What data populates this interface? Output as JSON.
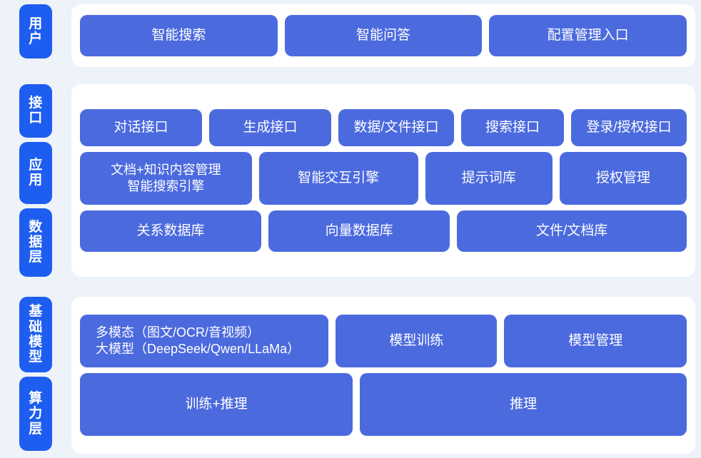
{
  "diagram": {
    "colors": {
      "background": "#eef2f9",
      "panel": "#ffffff",
      "rail_tab": "#1d5ef0",
      "box": "#4b6ade",
      "text": "#ffffff"
    },
    "sections": [
      {
        "key": "user",
        "rail_labels": [
          "用户"
        ],
        "rows": [
          {
            "key": "user_row",
            "boxes": [
              {
                "label": "智能搜索",
                "flex": 1
              },
              {
                "label": "智能问答",
                "flex": 1
              },
              {
                "label": "配置管理入口",
                "flex": 1
              }
            ]
          }
        ]
      },
      {
        "key": "middle",
        "rail_labels": [
          "接口",
          "应用",
          "数据层"
        ],
        "rows": [
          {
            "key": "api_row",
            "boxes": [
              {
                "label": "对话接口",
                "flex": 1.06
              },
              {
                "label": "生成接口",
                "flex": 1.06
              },
              {
                "label": "数据/文件接口",
                "flex": 1.0
              },
              {
                "label": "搜索接口",
                "flex": 0.88
              },
              {
                "label": "登录/授权接口",
                "flex": 1.0
              }
            ]
          },
          {
            "key": "app_row",
            "boxes": [
              {
                "label": "文档+知识内容管理\n智能搜索引擎",
                "flex": 1.28
              },
              {
                "label": "智能交互引擎",
                "flex": 1.18
              },
              {
                "label": "提示词库",
                "flex": 0.93
              },
              {
                "label": "授权管理",
                "flex": 0.93
              }
            ]
          },
          {
            "key": "data_row",
            "boxes": [
              {
                "label": "关系数据库",
                "flex": 1
              },
              {
                "label": "向量数据库",
                "flex": 1
              },
              {
                "label": "文件/文档库",
                "flex": 1.28
              }
            ]
          }
        ]
      },
      {
        "key": "base",
        "rail_labels": [
          "基础模型",
          "算力层"
        ],
        "rows": [
          {
            "key": "model_row",
            "boxes": [
              {
                "label": "多模态（图文/OCR/音视频）\n大模型（DeepSeek/Qwen/LLaMa）",
                "flex": 1.42,
                "align": "left"
              },
              {
                "label": "模型训练",
                "flex": 0.95
              },
              {
                "label": "模型管理",
                "flex": 1.08
              }
            ]
          },
          {
            "key": "compute_row",
            "boxes": [
              {
                "label": "训练+推理",
                "flex": 0.93
              },
              {
                "label": "推理",
                "flex": 1.12
              }
            ]
          }
        ]
      }
    ]
  }
}
